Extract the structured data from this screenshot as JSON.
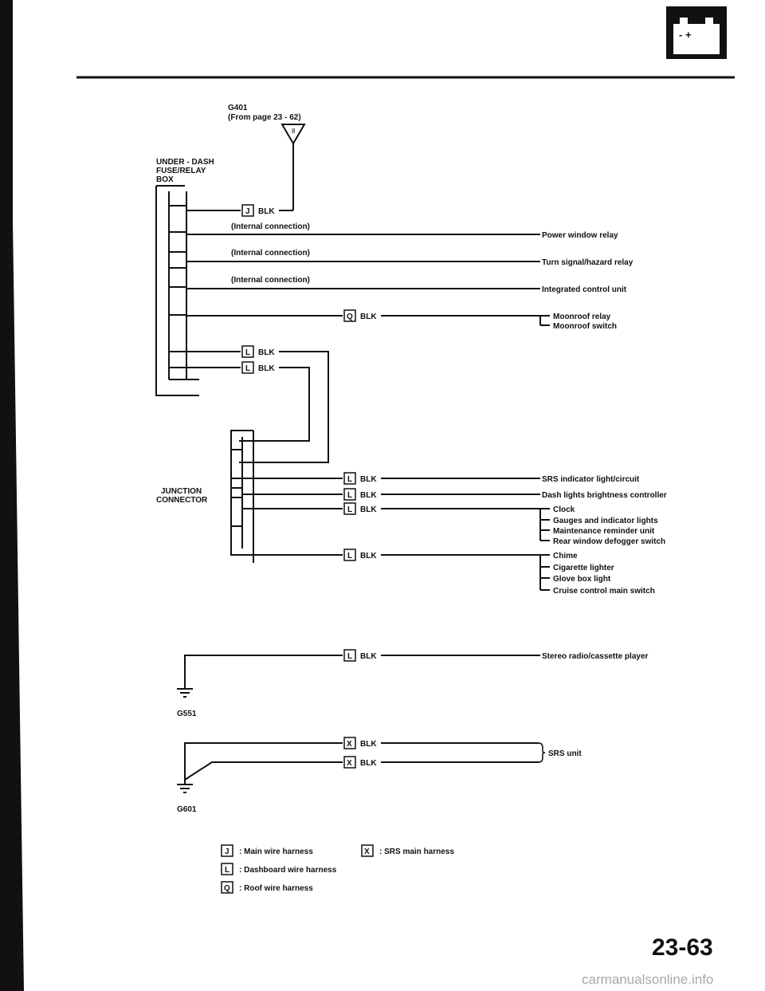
{
  "header": {
    "battery_symbol": "- +"
  },
  "ground_top": {
    "name": "G401",
    "ref": "(From page 23 - 62)",
    "pin": "8"
  },
  "fuse_box": {
    "line1": "UNDER - DASH",
    "line2": "FUSE/RELAY",
    "line3": "BOX"
  },
  "junction": {
    "line1": "JUNCTION",
    "line2": "CONNECTOR"
  },
  "internal_connection": "(Internal connection)",
  "wire_color": "BLK",
  "harness_codes": {
    "main": "J",
    "dash": "L",
    "roof": "Q",
    "srs": "X"
  },
  "destinations": {
    "power_window": "Power window relay",
    "turn_signal": "Turn signal/hazard relay",
    "icu": "Integrated control unit",
    "moonroof": [
      "Moonroof relay",
      "Moonroof switch"
    ],
    "srs_light": "SRS indicator light/circuit",
    "dash_lights": "Dash lights brightness controller",
    "gauge_group": [
      "Clock",
      "Gauges and indicator lights",
      "Maintenance reminder unit",
      "Rear window defogger switch"
    ],
    "chime_group": [
      "Chime",
      "Cigarette lighter",
      "Glove box light",
      "Cruise control main switch"
    ],
    "stereo": "Stereo radio/cassette player",
    "srs_unit": "SRS unit"
  },
  "grounds": {
    "g551": "G551",
    "g601": "G601"
  },
  "legend": [
    {
      "code": "J",
      "text": ": Main wire harness"
    },
    {
      "code": "L",
      "text": ": Dashboard wire harness"
    },
    {
      "code": "Q",
      "text": ": Roof wire harness"
    },
    {
      "code": "X",
      "text": ": SRS main harness"
    }
  ],
  "page_number": "23-63",
  "watermark": "carmanualsonline.info"
}
